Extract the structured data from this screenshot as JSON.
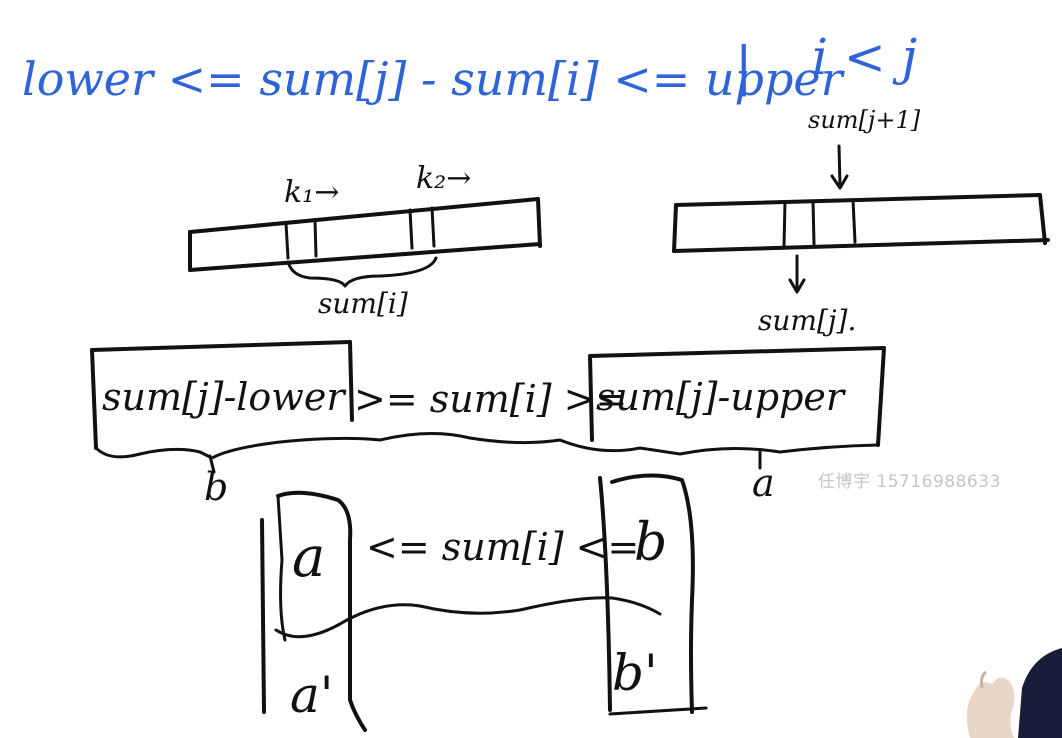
{
  "blue_header": {
    "inequality": "lower <= sum[j] - sum[i] <= upper",
    "separator": "|",
    "condition": "i < j"
  },
  "left_array": {
    "pointer_k1": "k₁→",
    "pointer_k2": "k₂→",
    "brace_label": "sum[i]"
  },
  "right_array": {
    "top_label": "sum[j+1]",
    "bottom_label": "sum[j]."
  },
  "middle_line": {
    "left_boxed": "sum[j]-lower",
    "middle": ">= sum[i] >=",
    "right_boxed": "sum[j]-upper",
    "left_brace_label": "b",
    "right_brace_label": "a"
  },
  "bottom_block": {
    "left_top": "a",
    "middle": "<= sum[i] <=",
    "right_top": "b",
    "left_bottom": "a'",
    "right_bottom": "b'"
  },
  "watermark": "任博宇 15716988633",
  "colors": {
    "blue_ink": "#2f63d8",
    "black_ink": "#111111"
  }
}
